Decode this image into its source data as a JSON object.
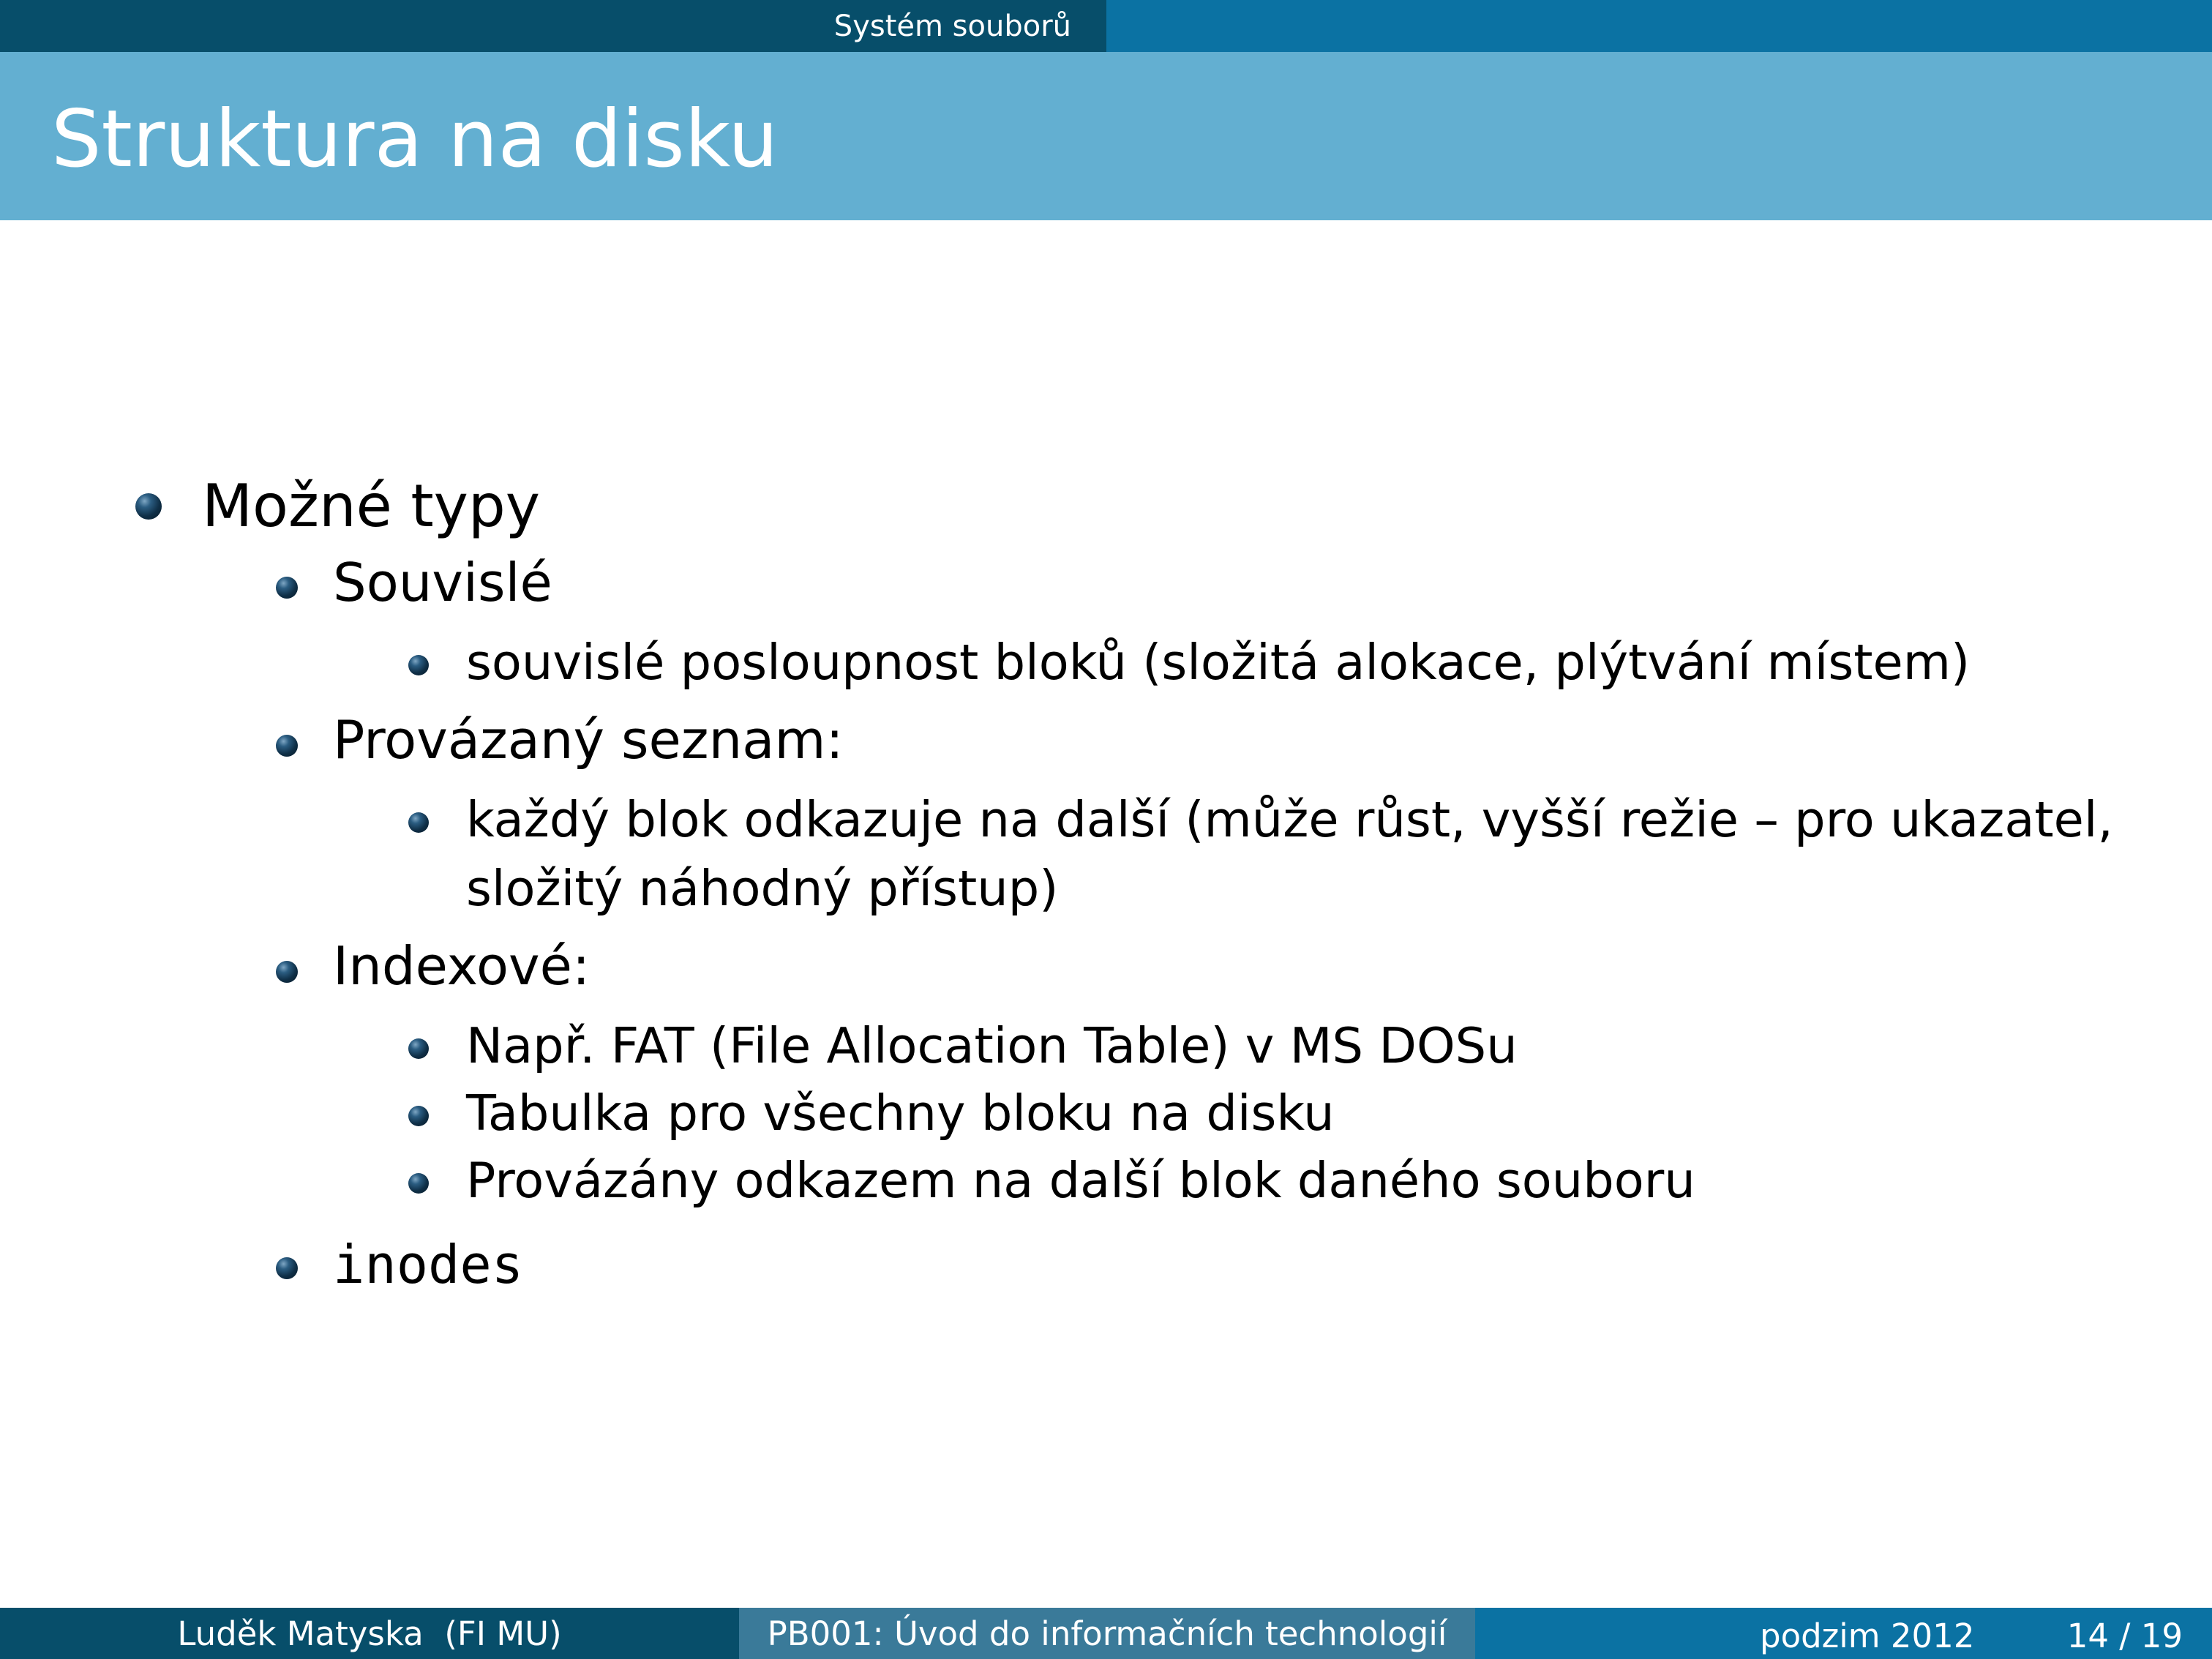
{
  "header": {
    "section": "Systém souborů"
  },
  "slide": {
    "title": "Struktura na disku"
  },
  "content": {
    "item1": "Možné typy",
    "souvisle": "Souvislé",
    "souvisle_detail": "souvislé posloupnost bloků (složitá alokace, plýtvání místem)",
    "provazany": "Provázaný seznam:",
    "provazany_detail_line1": "každý blok odkazuje na další (může růst, vyšší režie – pro ukazatel,",
    "provazany_detail_line2": "složitý náhodný přístup)",
    "indexove": "Indexové:",
    "indexove_detail1": "Např. FAT (File Allocation Table) v MS DOSu",
    "indexove_detail2": "Tabulka pro všechny bloku na disku",
    "indexove_detail3": "Provázány odkazem na další blok daného souboru",
    "inodes": "inodes"
  },
  "footer": {
    "author": "Luděk Matyska  (FI MU)",
    "course": "PB001: Úvod do informačních technologií",
    "date": "podzim 2012",
    "page": "14 / 19"
  },
  "colors": {
    "header_dark": "#074e6a",
    "header_blue": "#0b72a3",
    "title_bar": "#63afd1",
    "footer_mid": "#3a7a99"
  }
}
